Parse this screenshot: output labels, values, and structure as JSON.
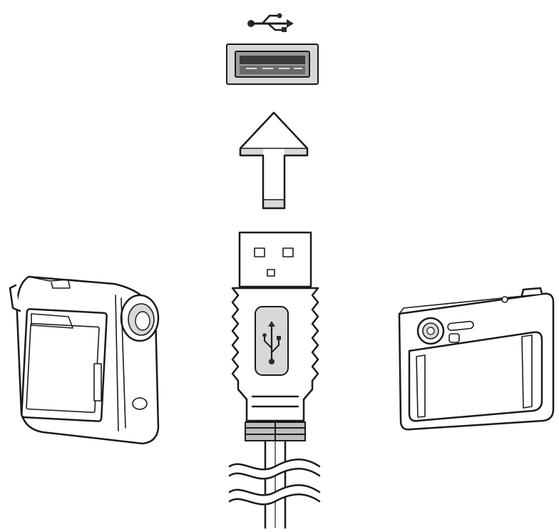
{
  "diagram": {
    "kind": "usb-connection-illustration",
    "palette": {
      "ink": "#1a1a1a",
      "light_grey": "#d8d8d8",
      "mid_grey": "#bdbdbd",
      "dark": "#2b2b2b",
      "background": "#ffffff"
    },
    "elements": {
      "port_symbol": "usb-trident-icon",
      "port": "usb-a-port",
      "arrow": "up-arrow",
      "plug": "usb-a-plug",
      "left_device": "camcorder-icon",
      "right_device": "digital-camera-icon"
    }
  }
}
